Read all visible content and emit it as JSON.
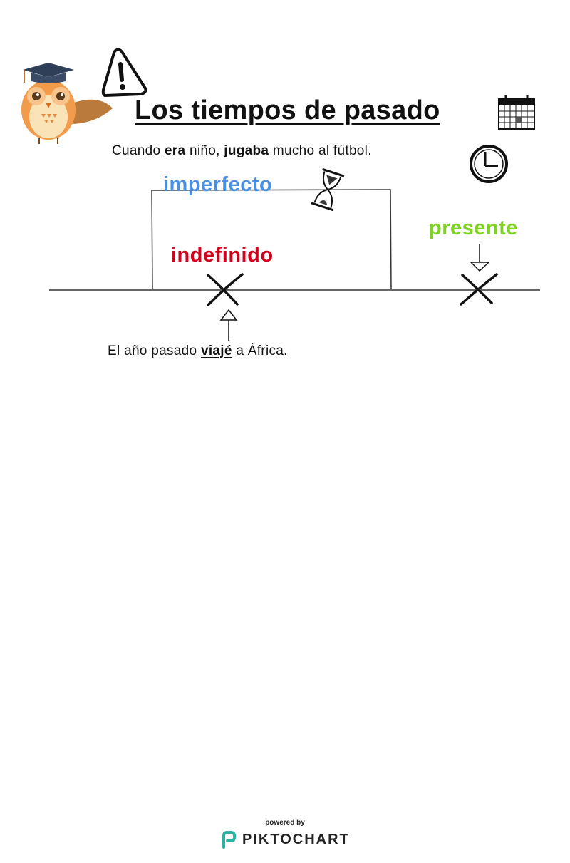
{
  "title": "Los tiempos de pasado",
  "sentence_top": {
    "part1": "Cuando ",
    "verb1": "era",
    "part2": " niño, ",
    "verb2": "jugaba",
    "part3": " mucho al fútbol."
  },
  "sentence_bottom": {
    "part1": "El año pasado ",
    "verb1": "viajé",
    "part2": " a África."
  },
  "labels": {
    "imperfecto": "imperfecto",
    "indefinido": "indefinido",
    "presente": "presente"
  },
  "colors": {
    "imperfecto": "#4a90e2",
    "indefinido": "#d0021b",
    "presente": "#7ed321"
  },
  "icons": [
    "owl-graduate-icon",
    "warning-icon",
    "calendar-icon",
    "clock-icon",
    "hourglass-icon"
  ],
  "footer": {
    "powered_by": "powered by",
    "brand": "PIKTOCHART"
  }
}
